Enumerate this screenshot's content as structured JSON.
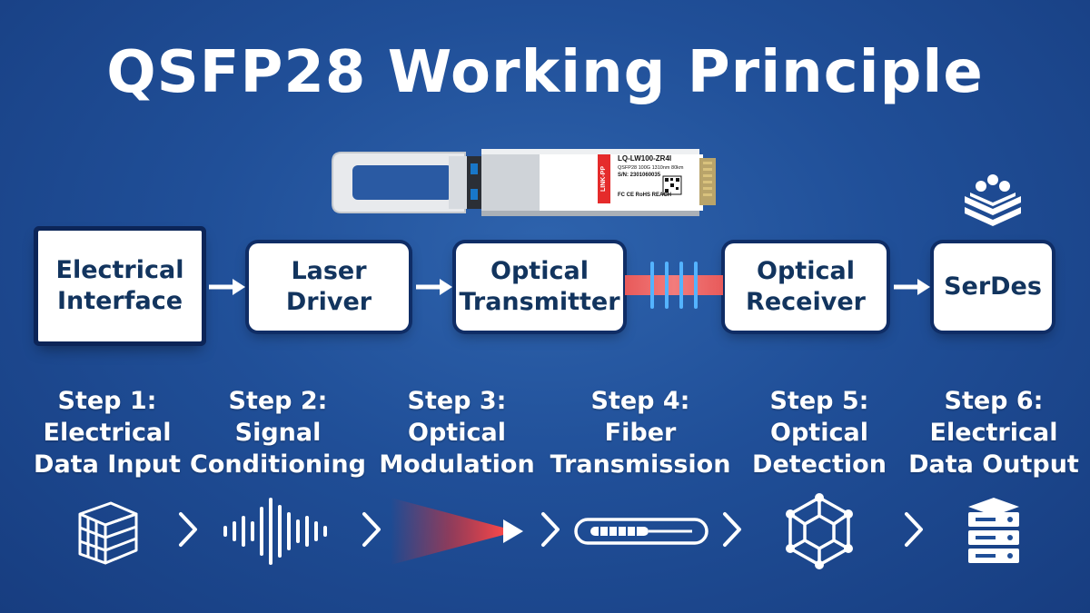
{
  "title": "QSFP28 Working Principle",
  "module": {
    "brand": "LINK-PP",
    "part_number": "LQ-LW100-ZR4I",
    "description": "QSFP28 100G 1310nm 80km",
    "serial": "S/N: 2301060035",
    "certs": "FC CE RoHS REACH"
  },
  "flow": [
    {
      "label_line1": "Electrical",
      "label_line2": "Interface"
    },
    {
      "label_line1": "Laser",
      "label_line2": "Driver"
    },
    {
      "label_line1": "Optical",
      "label_line2": "Transmitter"
    },
    {
      "label_line1": "Optical",
      "label_line2": "Receiver"
    },
    {
      "label_line1": "SerDes",
      "label_line2": ""
    }
  ],
  "steps": [
    {
      "line1": "Step 1:",
      "line2": "Electrical",
      "line3": "Data Input",
      "icon": "cube-grid-icon"
    },
    {
      "line1": "Step 2:",
      "line2": "Signal",
      "line3": "Conditioning",
      "icon": "waveform-icon"
    },
    {
      "line1": "Step 3:",
      "line2": "Optical",
      "line3": "Modulation",
      "icon": "laser-beam-icon"
    },
    {
      "line1": "Step 4:",
      "line2": "Fiber",
      "line3": "Transmission",
      "icon": "fiber-cable-icon"
    },
    {
      "line1": "Step 5:",
      "line2": "Optical",
      "line3": "Detection",
      "icon": "hexagon-detector-icon"
    },
    {
      "line1": "Step 6:",
      "line2": "Electrical",
      "line3": "Data Output",
      "icon": "server-stack-icon"
    }
  ],
  "colors": {
    "background": "#204f98",
    "box_text": "#12345e",
    "fiber_red": "#e85a5a",
    "laser_red": "#e53030"
  }
}
